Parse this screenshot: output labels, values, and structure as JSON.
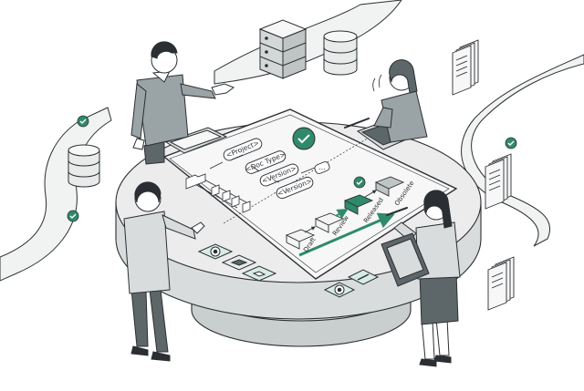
{
  "scene": {
    "hierarchy": {
      "project": "<Project>",
      "doc_type": "<Doc Type>",
      "version_a": "<Version>",
      "version_b": "<Version>",
      "ellipsis": "..."
    },
    "workflow": {
      "draft": "Draft",
      "review": "Review",
      "released": "Released",
      "obsolete": "Obsolete"
    },
    "colors": {
      "accent": "#2f8a6b",
      "accent_light": "#d7ece4",
      "ink": "#2b2f33",
      "table_top": "#ececec",
      "table_side": "#d9dcdc",
      "screen": "#f7f7f7",
      "person_gray": "#9aa3a6",
      "person_dark": "#5d6669"
    },
    "icons": [
      "database-icon",
      "server-rack-icon",
      "document-stack-icon",
      "check-icon",
      "gear-icon",
      "tablet-icon",
      "pen-icon"
    ]
  }
}
